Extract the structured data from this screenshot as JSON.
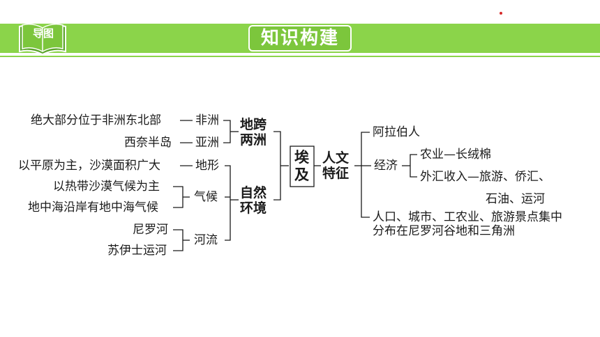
{
  "header": {
    "badge_label": "导图",
    "title": "知识构建"
  },
  "diagram": {
    "root": "埃及",
    "left_top_label": "地跨两洲",
    "left_bottom_label": "自然环境",
    "right_label": "人文特征",
    "continents": [
      {
        "desc": "绝大部分位于非洲东北部",
        "name": "非洲"
      },
      {
        "desc": "西奈半岛",
        "name": "亚洲"
      }
    ],
    "terrain": {
      "desc": "以平原为主，沙漠面积广大",
      "name": "地形"
    },
    "climate": {
      "items": [
        "以热带沙漠气候为主",
        "地中海沿岸有地中海气候"
      ],
      "name": "气候"
    },
    "rivers": {
      "items": [
        "尼罗河",
        "苏伊士运河"
      ],
      "name": "河流"
    },
    "people": "阿拉伯人",
    "economy": {
      "name": "经济",
      "agriculture": "农业—长绒棉",
      "income_line1": "外汇收入—旅游、侨汇、",
      "income_line2": "石油、运河"
    },
    "distribution_line1": "人口、城市、工农业、旅游景点集中",
    "distribution_line2": "分布在尼罗河谷地和三角洲"
  },
  "colors": {
    "banner": "#8bd44a",
    "title_box": "#7cc63c",
    "text": "#1a1a1a"
  }
}
